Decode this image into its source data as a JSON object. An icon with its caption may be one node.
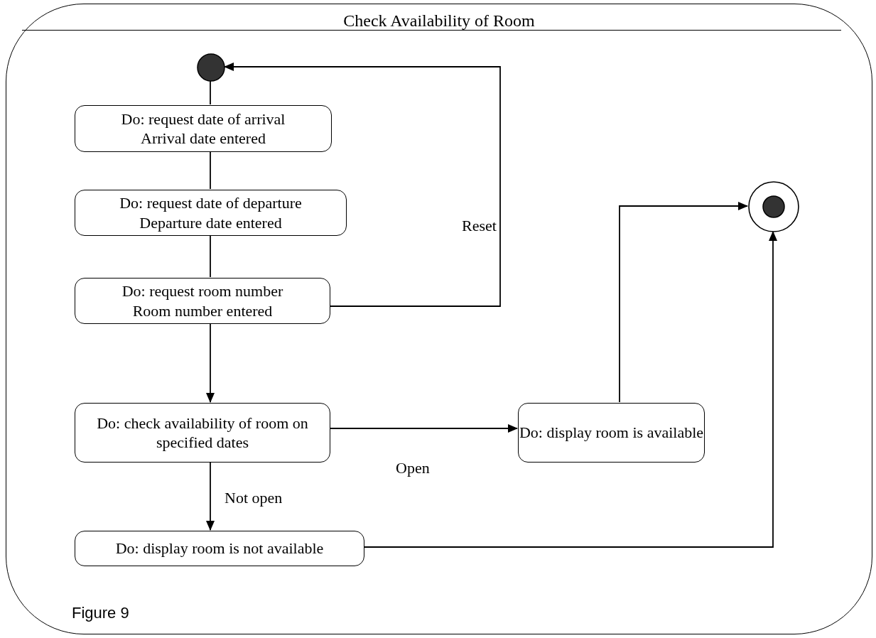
{
  "diagram": {
    "caption": "Figure 9",
    "nodes": [
      {
        "text": [
          "Check Availability of Room"
        ]
      },
      {
        "text": [],
        "shape": "circle",
        "in": 0
      },
      {
        "text": [
          "Do: request date of arrival",
          "Arrival date entered"
        ],
        "in": 0
      },
      {
        "text": [
          "Do: request date of departure",
          "Departure date entered"
        ],
        "in": 0
      },
      {
        "text": [
          "Do: request room number",
          "Room number entered"
        ],
        "in": 0
      },
      {
        "text": [
          "Do: check availability of room on specified dates"
        ],
        "in": 0
      },
      {
        "text": [
          "Do: display room is available"
        ],
        "in": 0
      },
      {
        "text": [
          "Do: display room is not available"
        ],
        "in": 0
      },
      {
        "text": [],
        "shape": "circle",
        "in": 0
      }
    ],
    "edges": [
      {
        "from": 1,
        "to": 2,
        "arrow": "none"
      },
      {
        "from": 2,
        "to": 3,
        "arrow": "none"
      },
      {
        "from": 3,
        "to": 4,
        "arrow": "none"
      },
      {
        "from": 4,
        "to": 5,
        "arrow": "to"
      },
      {
        "from": 4,
        "to": 1,
        "arrow": "to",
        "label": "Reset"
      },
      {
        "from": 5,
        "to": 6,
        "arrow": "to",
        "label": "Open"
      },
      {
        "from": 5,
        "to": 7,
        "arrow": "to",
        "label": "Not open"
      },
      {
        "from": 6,
        "to": 8,
        "arrow": "to"
      },
      {
        "from": 7,
        "to": 8,
        "arrow": "to"
      }
    ]
  }
}
